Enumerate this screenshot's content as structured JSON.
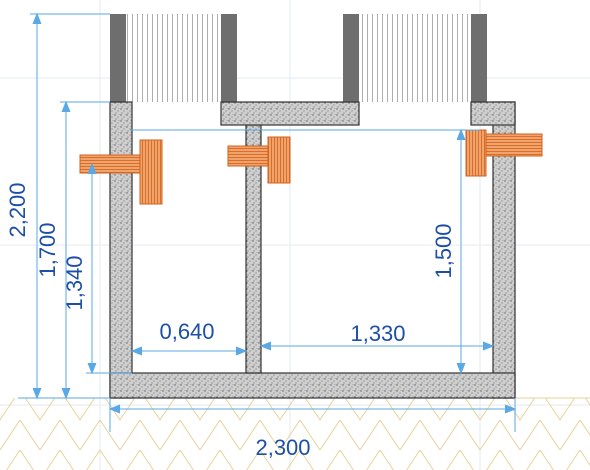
{
  "dimensions": {
    "total_height": "2,200",
    "inner_height": "1,700",
    "inlet_height": "1,340",
    "outlet_height": "1,500",
    "left_chamber_width": "0,640",
    "right_chamber_width": "1,330",
    "total_width": "2,300"
  },
  "colors": {
    "dimension_line": "#5aa9e6",
    "dimension_text": "#1d4fa8",
    "concrete_fill": "#c8c8c8",
    "concrete_outline": "#333333",
    "pipe": "#e0702a",
    "pipe_light": "#f4b07a",
    "ground_hatch": "#e9d9a6",
    "grid_line": "#dce6f2",
    "ring_wall": "#6e6e6e"
  }
}
